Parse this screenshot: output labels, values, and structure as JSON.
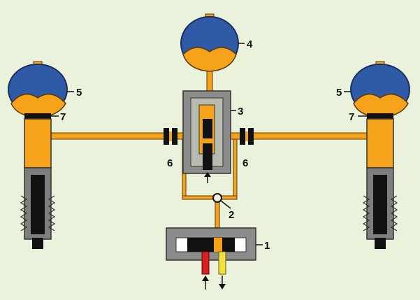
{
  "labels": {
    "pump": "1",
    "check_valve": "2",
    "control_valve": "3",
    "center_accumulator": "4",
    "left_sphere": "5",
    "right_sphere": "5",
    "left_restrictor": "6",
    "right_restrictor": "6",
    "left_seal": "7",
    "right_seal": "7"
  },
  "colors": {
    "background": "#ebf2dc",
    "fluid": "#f7a21b",
    "gas": "#2e5aa8",
    "housing": "#8c8c8c",
    "dark": "#111111",
    "supply_line": "#d82020",
    "return_line": "#f2e040"
  },
  "icons": {
    "flow_in": "arrow-up-icon",
    "flow_out": "arrow-down-icon",
    "valve": "check-valve-icon"
  }
}
